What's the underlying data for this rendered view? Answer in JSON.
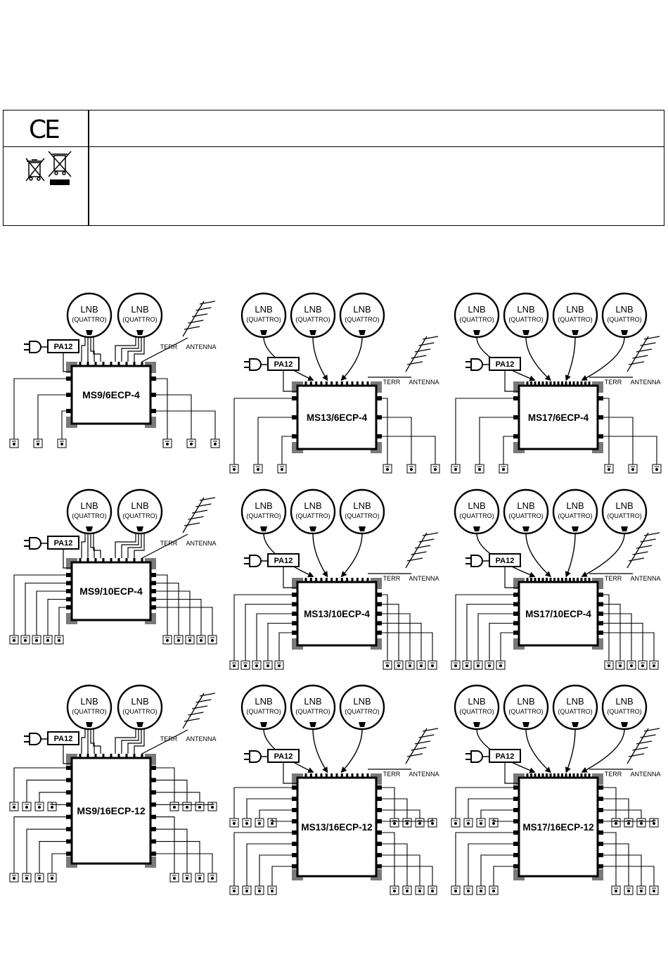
{
  "symbols_table": {
    "rows": [
      {
        "icon": "ce-mark",
        "mark_text": "CE",
        "text": ""
      },
      {
        "icon": "weee-bin-icons",
        "text": ""
      }
    ]
  },
  "labels": {
    "lnb": "LNB",
    "quattro": "(QUATTRO)",
    "terr": "TERR",
    "antenna": "ANTENNA",
    "psu": "PA12"
  },
  "diagrams": [
    {
      "model": "MS9/6ECP-4",
      "lnb_count": 2,
      "outlets_per_side": 3
    },
    {
      "model": "MS13/6ECP-4",
      "lnb_count": 3,
      "outlets_per_side": 3
    },
    {
      "model": "MS17/6ECP-4",
      "lnb_count": 4,
      "outlets_per_side": 3
    },
    {
      "model": "MS9/10ECP-4",
      "lnb_count": 2,
      "outlets_per_side": 5
    },
    {
      "model": "MS13/10ECP-4",
      "lnb_count": 3,
      "outlets_per_side": 5
    },
    {
      "model": "MS17/10ECP-4",
      "lnb_count": 4,
      "outlets_per_side": 5
    },
    {
      "model": "MS9/16ECP-12",
      "lnb_count": 2,
      "outlets_per_side": 8
    },
    {
      "model": "MS13/16ECP-12",
      "lnb_count": 3,
      "outlets_per_side": 8
    },
    {
      "model": "MS17/16ECP-12",
      "lnb_count": 4,
      "outlets_per_side": 8
    }
  ]
}
